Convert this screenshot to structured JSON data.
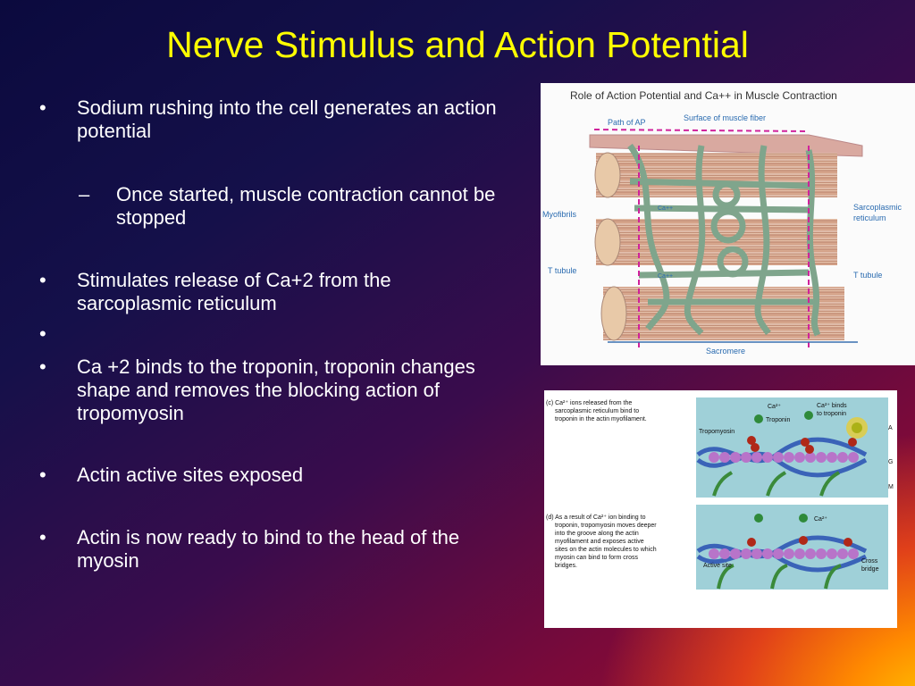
{
  "slide": {
    "title": "Nerve Stimulus and Action Potential",
    "bullets": [
      {
        "marker": "•",
        "text": "Sodium rushing into the cell generates an action potential"
      },
      {
        "marker": "–",
        "text": "Once started, muscle contraction cannot be stopped"
      },
      {
        "marker": "•",
        "text": "Stimulates release of Ca+2 from the sarcoplasmic reticulum"
      },
      {
        "marker": "•",
        "text": ""
      },
      {
        "marker": "•",
        "text": "Ca +2 binds to the troponin, troponin changes shape and removes the blocking action of tropomyosin"
      },
      {
        "marker": "•",
        "text": "Actin active sites exposed"
      },
      {
        "marker": "•",
        "text": "Actin is now ready to bind to the head of the myosin"
      }
    ]
  },
  "figure1": {
    "title": "Role of Action Potential and Ca++ in Muscle Contraction",
    "labels": {
      "path_of_ap": "Path of AP",
      "surface": "Surface of muscle fiber",
      "myofibrils": "Myofibrils",
      "sr_line1": "Sarcoplasmic",
      "sr_line2": "reticulum",
      "t_tubule_left": "T tubule",
      "t_tubule_right": "T tubule",
      "ca1": "Ca++",
      "ca2": "Ca++",
      "sarcomere": "Sacromere"
    }
  },
  "figure2": {
    "caption_c": [
      "(c) Ca²⁺ ions released from the",
      "sarcoplasmic reticulum bind to",
      "troponin in the actin myofilament."
    ],
    "caption_d": [
      "(d) As a result of Ca²⁺ ion binding to",
      "troponin, tropomyosin moves deeper",
      "into the groove along the actin",
      "myofilament and exposes active",
      "sites on the actin molecules to which",
      "myosin can bind to form cross",
      "bridges."
    ],
    "labels": {
      "tropomyosin": "Tropomyosin",
      "troponin": "Troponin",
      "ca_top": "Ca²⁺",
      "ca_binds_1": "Ca²⁺ binds",
      "ca_binds_2": "to troponin",
      "ca_mid": "Ca²⁺",
      "active_site": "Active site",
      "cross_1": "Cross",
      "cross_2": "bridge",
      "edge_a": "A",
      "edge_g": "G",
      "edge_m": "M"
    }
  }
}
